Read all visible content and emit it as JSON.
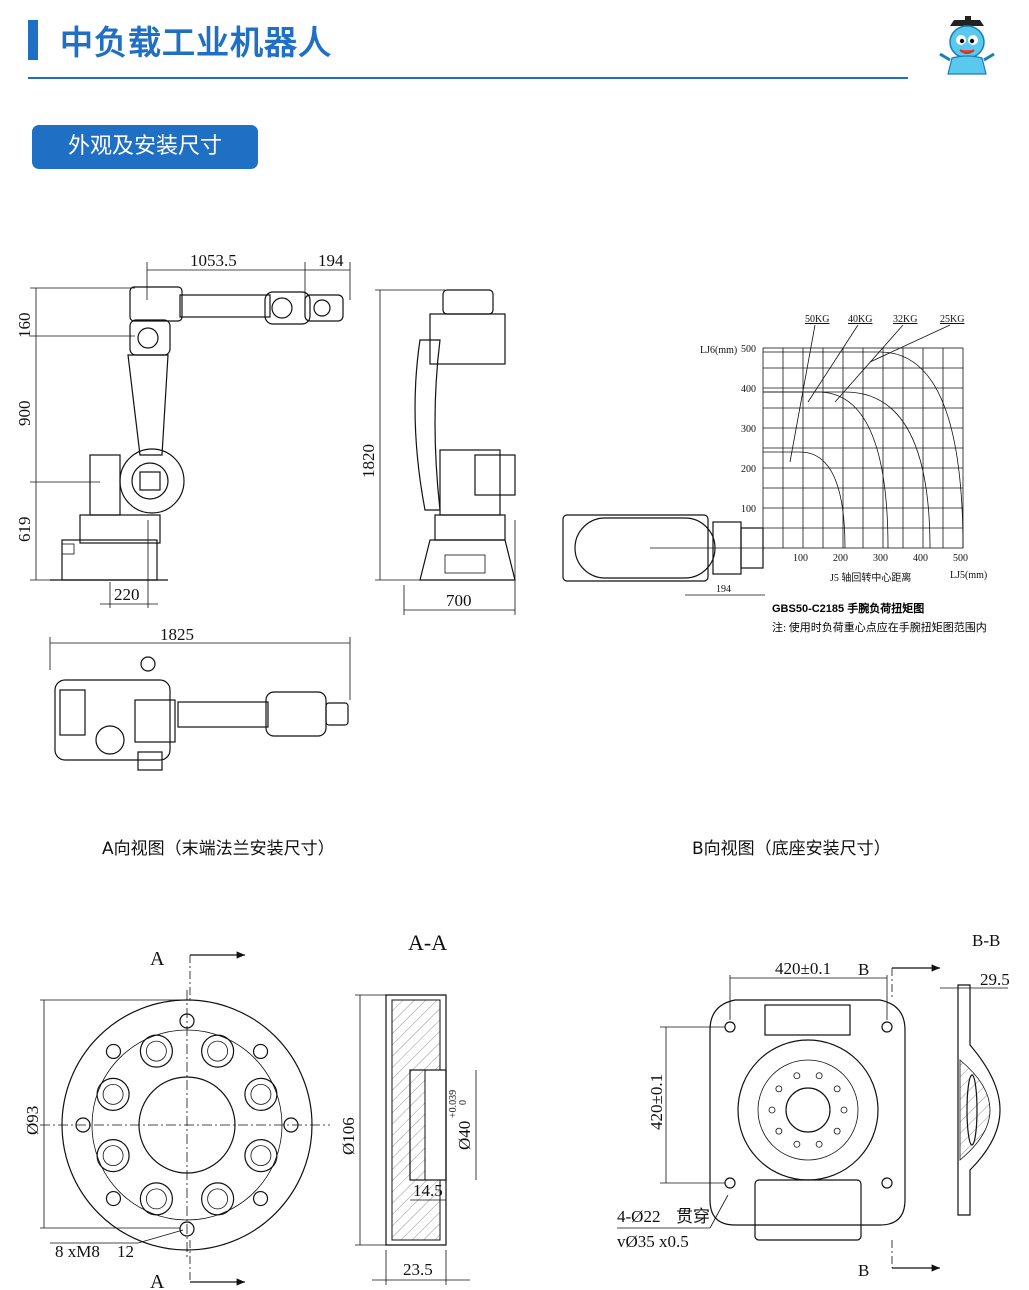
{
  "header": {
    "title": "中负载工业机器人",
    "accent": "#1f6fc4"
  },
  "section_tab": "外观及安装尺寸",
  "side_view": {
    "dims": {
      "reach": "1053.5",
      "wrist": "194",
      "h1": "160",
      "h2": "900",
      "h3": "619",
      "base_offset": "220"
    }
  },
  "front_view": {
    "dims": {
      "height": "1820",
      "width": "700"
    }
  },
  "top_view": {
    "dims": {
      "length": "1825"
    }
  },
  "torque_chart": {
    "loads": [
      "50KG",
      "40KG",
      "32KG",
      "25KG"
    ],
    "ylabel": "LJ6(mm)",
    "xlabel": "LJ5(mm)",
    "x_axis_title": "J5 轴回转中心距离",
    "y_ticks": [
      "500",
      "400",
      "300",
      "200",
      "100"
    ],
    "x_ticks": [
      "100",
      "200",
      "300",
      "400",
      "500"
    ],
    "flange_dim": "194",
    "caption_title": "GBS50-C2185 手腕负荷扭矩图",
    "caption_note": "注: 使用时负荷重心点应在手腕扭矩图范围内"
  },
  "captions": {
    "view_a": "A向视图（末端法兰安装尺寸）",
    "view_b": "B向视图（底座安装尺寸）"
  },
  "flange_view": {
    "section_letter_top": "A",
    "section_letter_bottom": "A",
    "section_label": "A-A",
    "dims": {
      "outer_dia": "Ø93",
      "inner_dia": "Ø106",
      "bore": "Ø40",
      "bore_tol_upper": "+0.039",
      "bore_tol_lower": "0",
      "depth1": "14.5",
      "depth2": "23.5",
      "thread": "8 xM8",
      "thread_depth": "12"
    }
  },
  "base_view": {
    "section_label": "B-B",
    "letter_top": "B",
    "letter_bottom": "B",
    "dims": {
      "h_spacing": "420±0.1",
      "v_spacing": "420±0.1",
      "thickness": "29.5",
      "holes": "4-Ø22",
      "through": "贯穿",
      "counterbore": "vØ35 x0.5"
    }
  }
}
